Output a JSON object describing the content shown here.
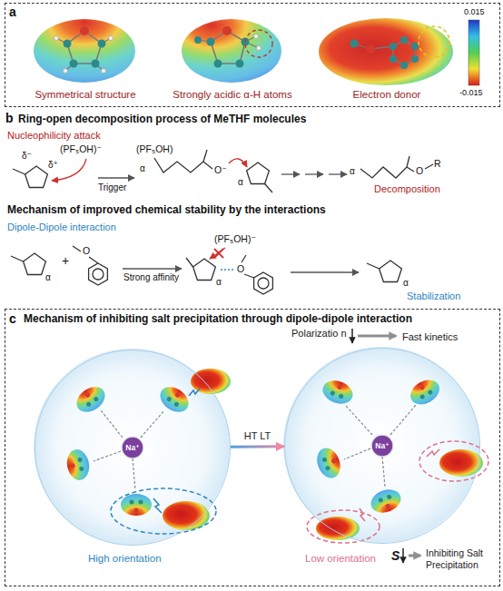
{
  "diagram": {
    "nodes": [
      {
        "text": [
          "a",
          "Symmetrical structure",
          "Strongly acidic α-H atoms",
          "Electron donor"
        ]
      },
      {
        "text": [
          "c",
          "Mechanism of inhibiting salt precipitation through dipole-dipole interaction",
          "Polarizatio n",
          "Fast kinetics",
          "S",
          "Inhibiting Salt Precipitation"
        ]
      },
      {
        "text": [
          "High orientation"
        ],
        "in": 1
      },
      {
        "text": [
          "Na⁺"
        ],
        "in": 2
      },
      {
        "text": [
          "Low orientation"
        ],
        "in": 1
      },
      {
        "text": [
          "Na⁺"
        ],
        "in": 4
      }
    ],
    "edges": [
      {
        "from": 2,
        "to": 4,
        "arrow": "to",
        "label": "HT LT"
      }
    ],
    "labels": [
      "0.015",
      "-0.015",
      "b",
      "Ring-open decomposition process of MeTHF molecules",
      "Nucleophilicity attack",
      "δ⁻",
      "δ⁺",
      "(PF₅OH)⁻",
      "Trigger",
      "(PF₅OH)",
      "α",
      "O⁻",
      "α",
      "α",
      "O",
      "R",
      "Decomposition",
      "Mechanism of improved chemical stability by the interactions",
      "Dipole-Dipole interaction",
      "α",
      "+",
      "O",
      "Strong affinity",
      "(PF₅OH)⁻",
      "α",
      "O",
      "α",
      "Stabilization"
    ]
  }
}
